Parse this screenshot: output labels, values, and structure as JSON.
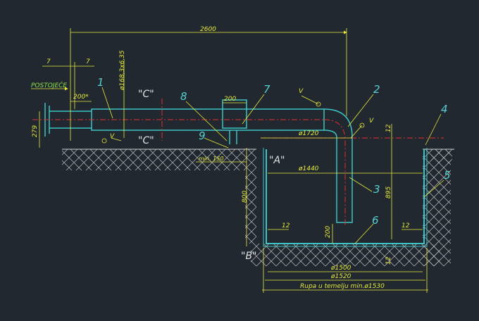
{
  "colors": {
    "background": "#212830",
    "pipe": "#3ec4c4",
    "dimension": "#e8ea3a",
    "centerline": "#e03030",
    "ground": "#c8c8c8",
    "callout": "#58d0d0"
  },
  "dimensions": {
    "overall_length": "2600",
    "flange_a": "7",
    "flange_b": "7",
    "offset_200a": "200*",
    "box_200": "200",
    "height_279": "279",
    "pipe_spec": "ø168,3x6,35",
    "radius_1720": "ø1720",
    "radius_1440": "ø1440",
    "depth_895": "895",
    "depth_800": "800",
    "gap_12_top": "12",
    "gap_12_left": "12",
    "gap_12_right": "12",
    "gap_12_bottom": "12",
    "clearance_200": "200",
    "min_150": "min. 150",
    "width_1500": "ø1500",
    "width_1520": "ø1520",
    "hole_note": "Rupa u temelju min.ø1530"
  },
  "labels": {
    "existing": "POSTOJEĆE",
    "section_c_top": "\"C\"",
    "section_c_bottom": "\"C\"",
    "detail_a": "\"A\"",
    "detail_b": "\"B\"",
    "weld_v1": "V",
    "weld_v2": "V",
    "weld_v3": "V"
  },
  "callouts": [
    "1",
    "2",
    "3",
    "4",
    "5",
    "6",
    "7",
    "8",
    "9"
  ]
}
